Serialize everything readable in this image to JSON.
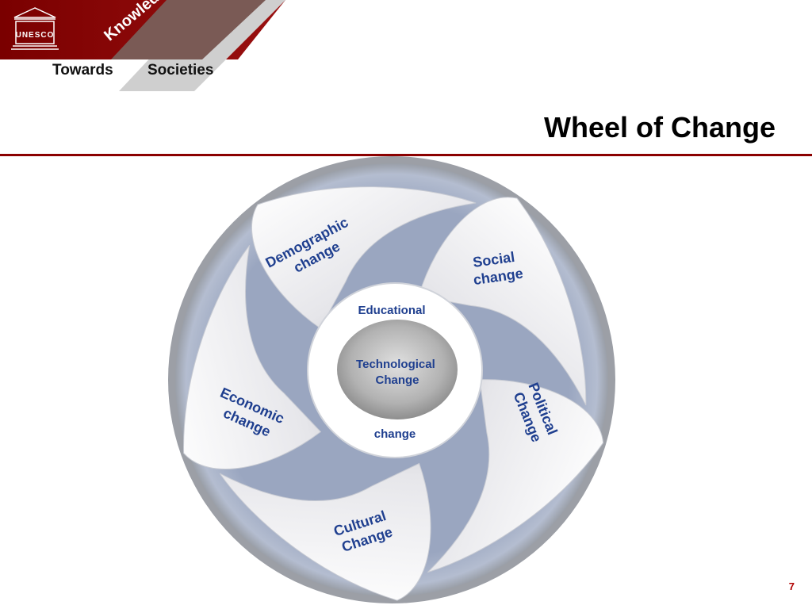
{
  "header": {
    "logo_text": "UNESCO",
    "brand_word_1": "Towards",
    "brand_word_2": "Knowledge",
    "brand_word_3": "Societies"
  },
  "slide": {
    "title": "Wheel of Change",
    "page_number": "7"
  },
  "colors": {
    "brand_red": "#8b0000",
    "text_blue": "#1f3f8f",
    "wheel_gray": "#a8b3c9"
  },
  "wheel": {
    "outer_segments": [
      {
        "line1": "Demographic",
        "line2": "change"
      },
      {
        "line1": "Social",
        "line2": "change"
      },
      {
        "line1": "Political",
        "line2": "Change"
      },
      {
        "line1": "Cultural",
        "line2": "Change"
      },
      {
        "line1": "Economic",
        "line2": "change"
      }
    ],
    "ring_top": "Educational",
    "ring_bottom": "change",
    "hub_line1": "Technological",
    "hub_line2": "Change"
  }
}
